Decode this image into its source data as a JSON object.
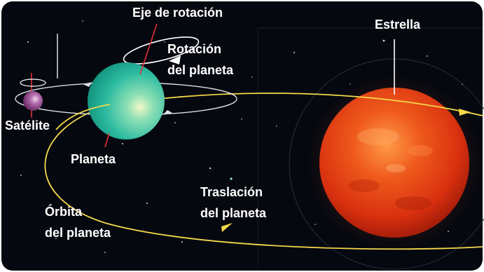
{
  "labels": {
    "axis": "Eje de rotación",
    "rotation_line1": "Rotación",
    "rotation_line2": "del planeta",
    "star": "Estrella",
    "satellite": "Satélite",
    "planet": "Planeta",
    "translation_line1": "Traslación",
    "translation_line2": "del planeta",
    "orbit_line1": "Órbita",
    "orbit_line2": "del planeta"
  },
  "colors": {
    "space": "#06080f",
    "star": "#e23a12",
    "planet": "#1fb39a",
    "satellite": "#8e3a84",
    "orbit": "#f4d94a",
    "axis_line": "#e0303a",
    "satellite_orbit": "#d8dde6"
  }
}
